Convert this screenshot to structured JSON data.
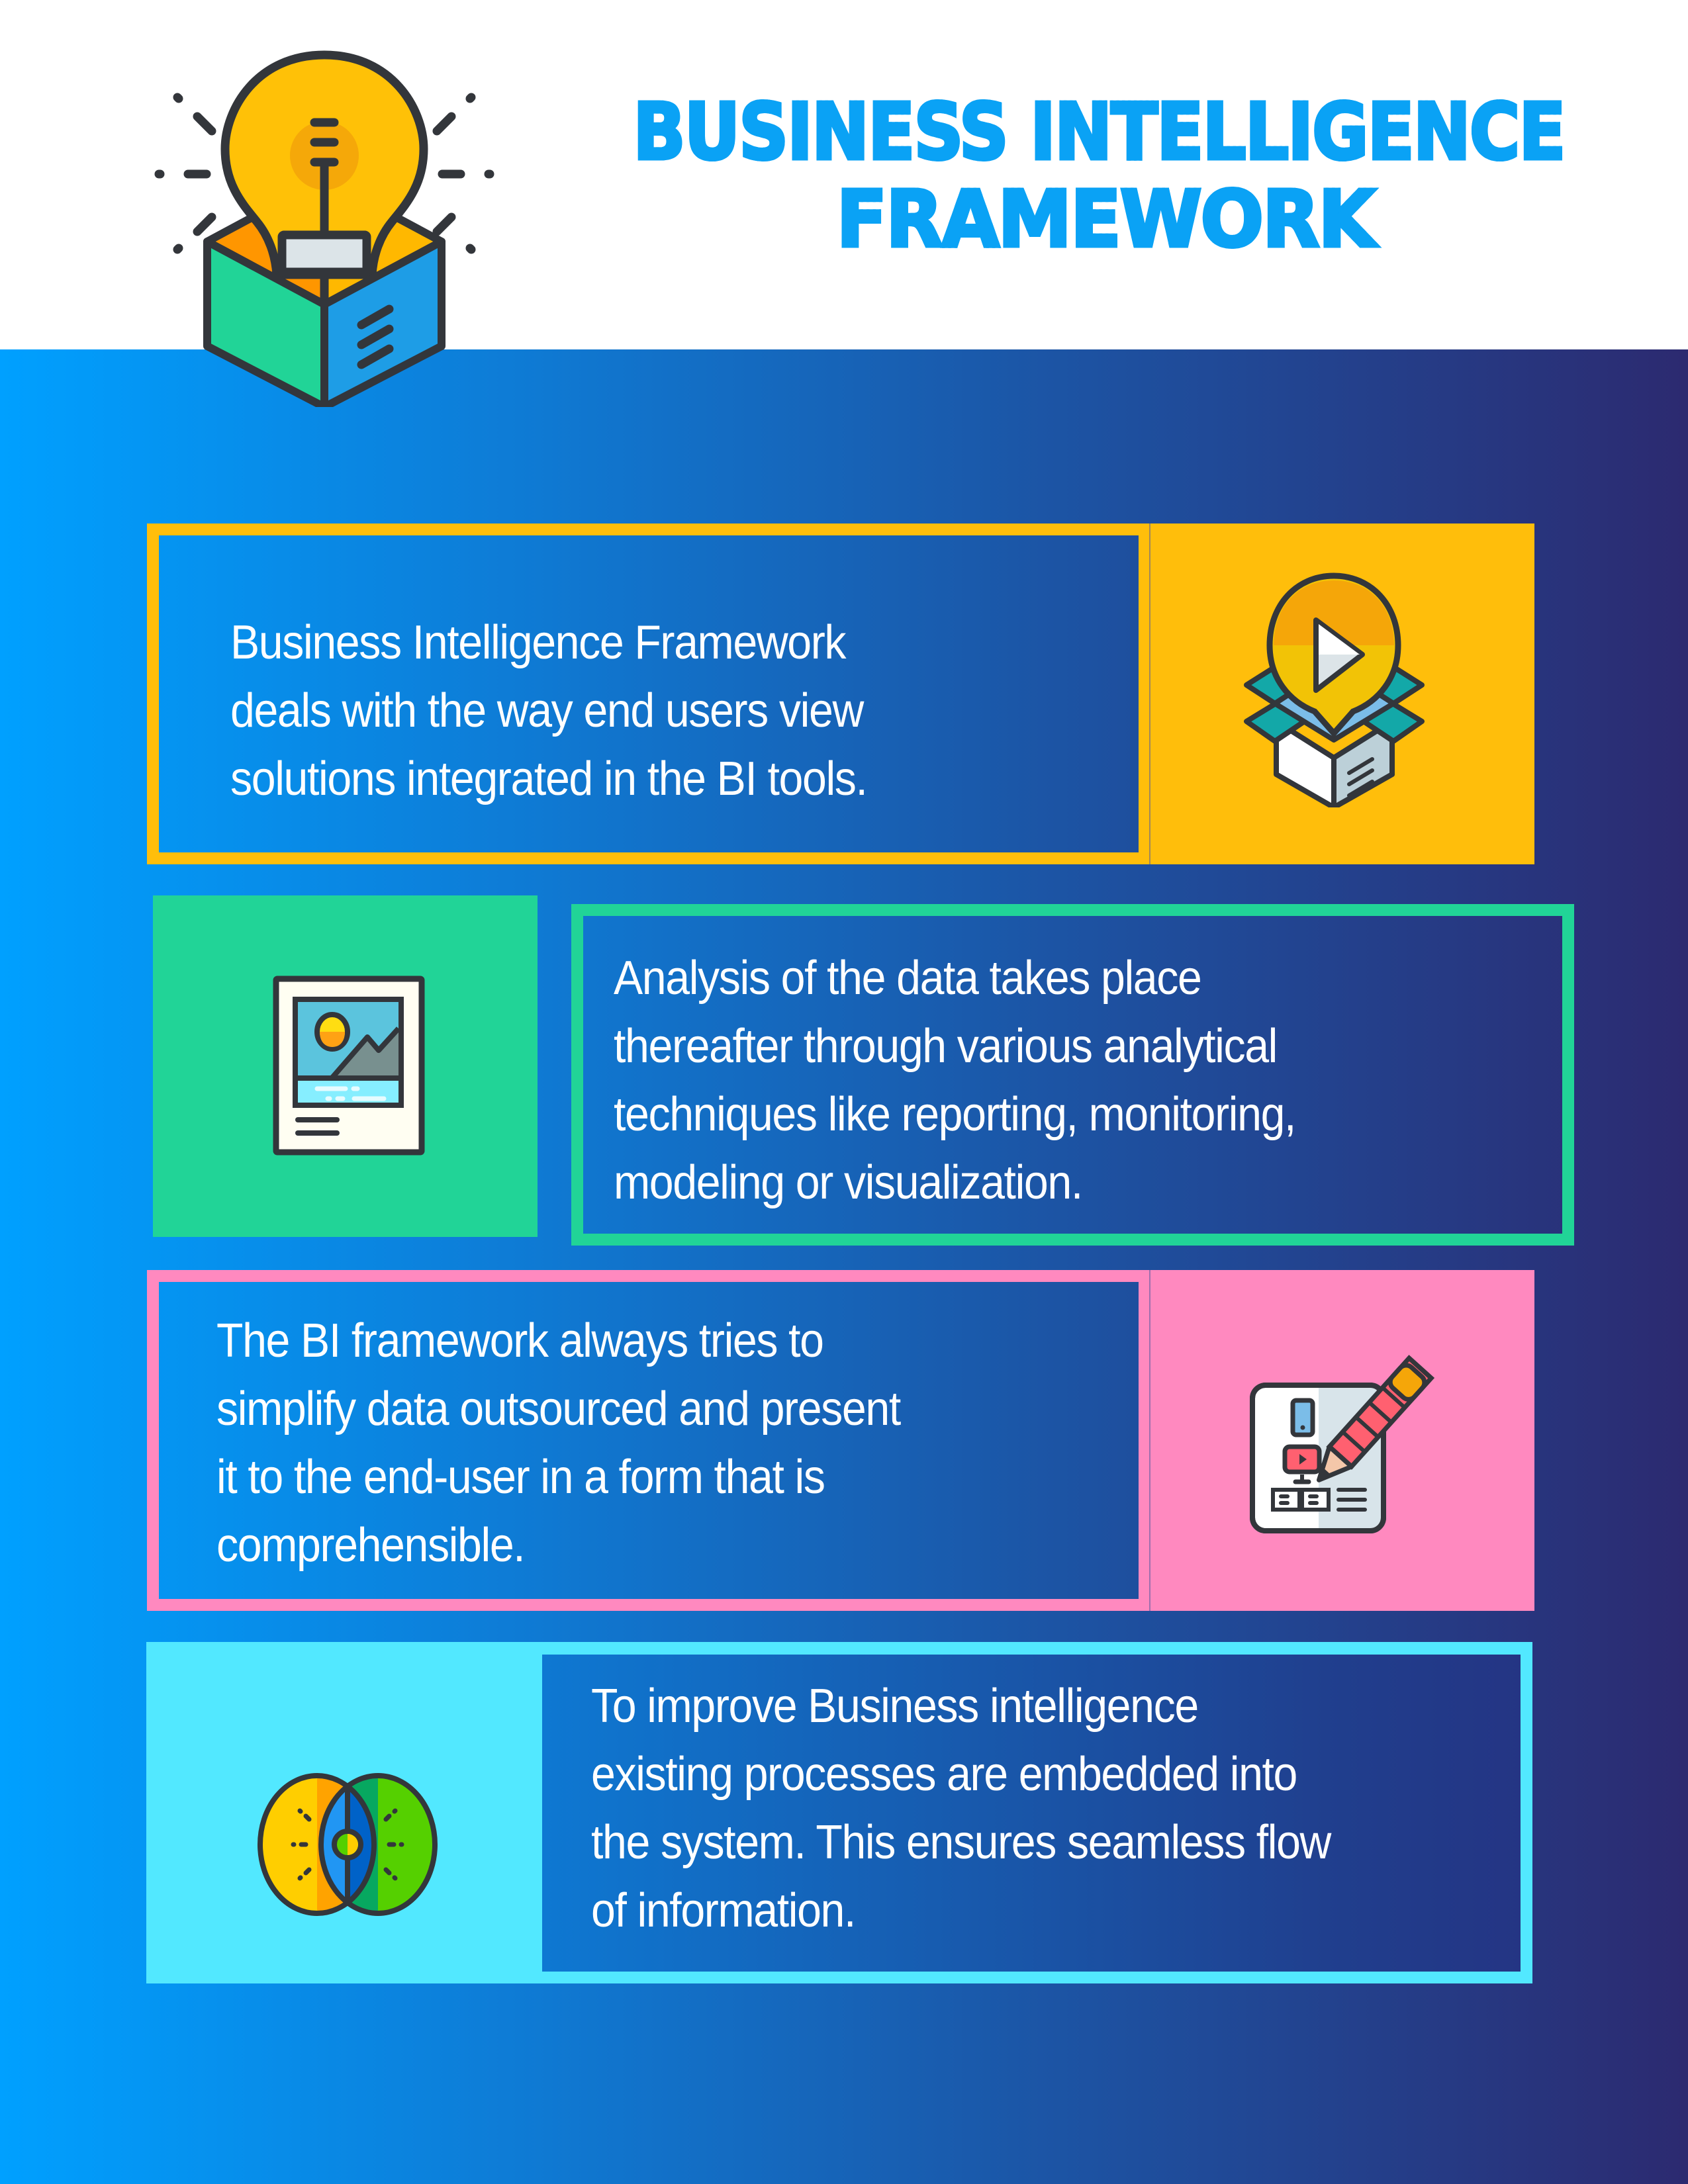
{
  "header": {
    "title_line1": "Business Intelligence",
    "title_line2": "Framework",
    "hero_icon": "lightbulb-in-box-icon",
    "title_color": "#0AA2F5"
  },
  "background": {
    "gradient_start": "#00A0FF",
    "gradient_end": "#2C2A70"
  },
  "cards": [
    {
      "accent_color": "#FFBE0B",
      "icon": "video-package-icon",
      "layout": "text-left",
      "lines": [
        "Business Intelligence Framework",
        "deals with the way end users view",
        "solutions integrated in the BI tools."
      ]
    },
    {
      "accent_color": "#21D497",
      "icon": "image-report-icon",
      "layout": "icon-left",
      "lines": [
        "Analysis of the data takes place",
        "thereafter through various analytical",
        "techniques like reporting, monitoring,",
        "modeling or visualization."
      ]
    },
    {
      "accent_color": "#FF89BF",
      "icon": "document-pencil-icon",
      "layout": "text-left",
      "lines": [
        "The BI framework always tries to",
        "simplify data outsourced and present",
        "it to the end-user in a form that is",
        "comprehensible."
      ]
    },
    {
      "accent_color": "#52E8FF",
      "icon": "venn-diagram-icon",
      "layout": "icon-left",
      "lines": [
        "To improve Business intelligence",
        "existing processes are embedded into",
        "the system. This ensures seamless flow",
        "of information."
      ]
    }
  ]
}
